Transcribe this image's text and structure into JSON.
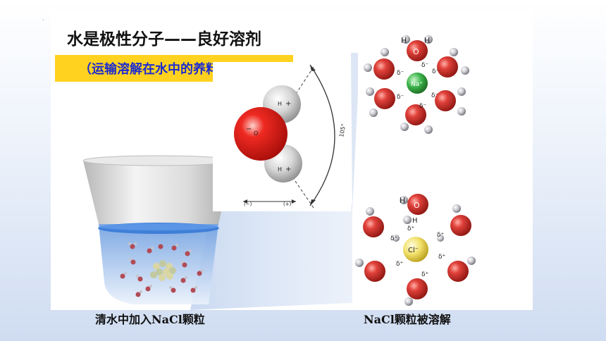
{
  "slide": {
    "title": "水是极性分子——良好溶剂",
    "subtitle": "（运输溶解在水中的养料和废物）",
    "caption_left": "清水中加入NaCl颗粒",
    "caption_right": "NaCl颗粒被溶解"
  },
  "water_diagram": {
    "angle_label": "105°",
    "h_label": "H",
    "o_label": "O",
    "plus_sign": "+",
    "minus_sign": "−",
    "dipole_minus": "(−)",
    "dipole_plus": "(+)"
  },
  "ion_diagrams": {
    "sodium_label": "Na⁺",
    "chloride_label": "Cl⁻",
    "delta_minus": "δ⁻",
    "delta_plus": "δ⁺",
    "h": "H",
    "o": "O"
  },
  "colors": {
    "highlight": "#ffd21f",
    "subtitle_text": "#1c2bd0",
    "oxygen": "#d7322b",
    "sodium": "#3bb24a",
    "chloride": "#f2e06a"
  }
}
